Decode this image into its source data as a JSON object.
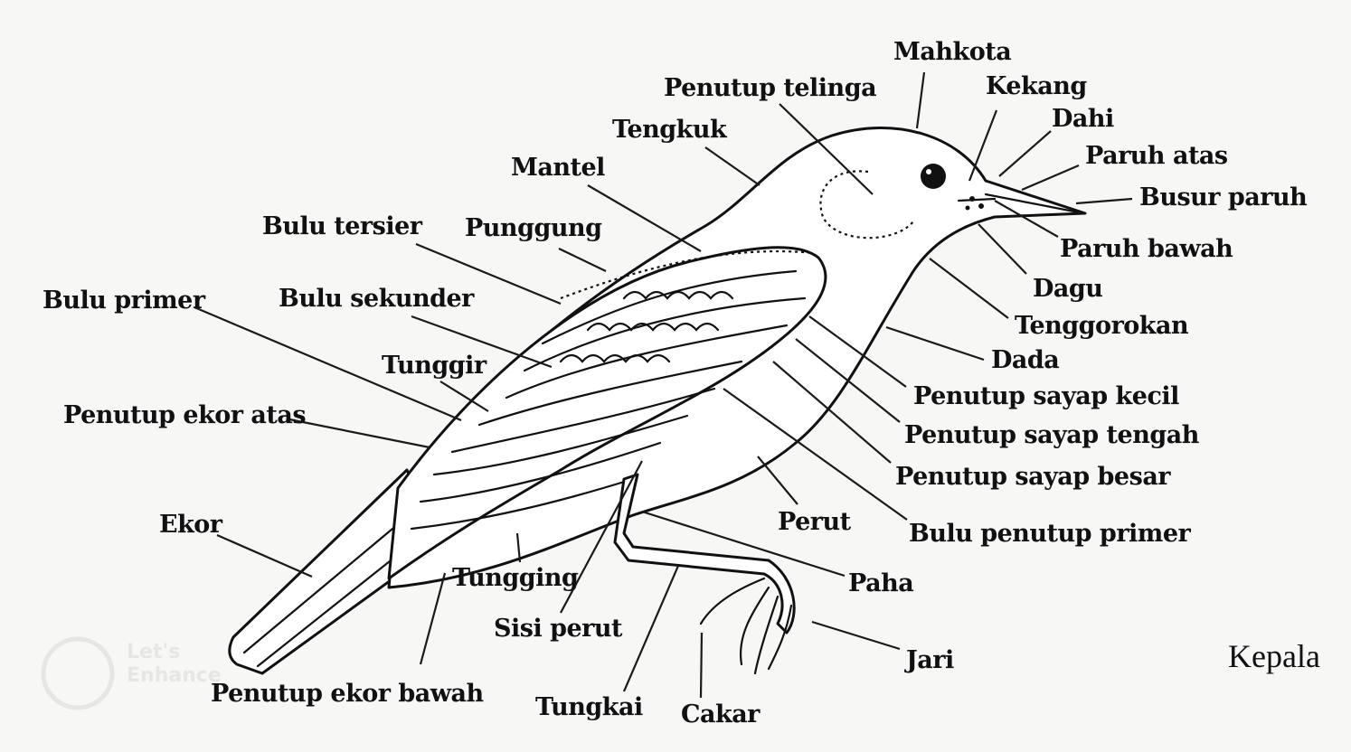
{
  "colors": {
    "ink": "#111111",
    "paper": "#f7f7f6"
  },
  "diagram": {
    "corner_label": "Kepala",
    "watermark": "Let's Enhance",
    "labels": {
      "mahkota": "Mahkota",
      "penutup_telinga": "Penutup telinga",
      "kekang": "Kekang",
      "dahi": "Dahi",
      "tengkuk": "Tengkuk",
      "paruh_atas": "Paruh atas",
      "mantel": "Mantel",
      "busur_paruh": "Busur paruh",
      "bulu_tersier": "Bulu tersier",
      "punggung": "Punggung",
      "paruh_bawah": "Paruh bawah",
      "bulu_primer": "Bulu primer",
      "bulu_sekunder": "Bulu sekunder",
      "dagu": "Dagu",
      "tenggorokan": "Tenggorokan",
      "tunggir": "Tunggir",
      "dada": "Dada",
      "penutup_ekor_atas": "Penutup ekor atas",
      "penutup_sayap_kecil": "Penutup sayap kecil",
      "penutup_sayap_tengah": "Penutup sayap tengah",
      "penutup_sayap_besar": "Penutup sayap besar",
      "ekor": "Ekor",
      "perut": "Perut",
      "bulu_penutup_primer": "Bulu penutup primer",
      "tungging": "Tungging",
      "paha": "Paha",
      "sisi_perut": "Sisi perut",
      "jari": "Jari",
      "penutup_ekor_bawah": "Penutup ekor bawah",
      "tungkai": "Tungkai",
      "cakar": "Cakar"
    }
  }
}
